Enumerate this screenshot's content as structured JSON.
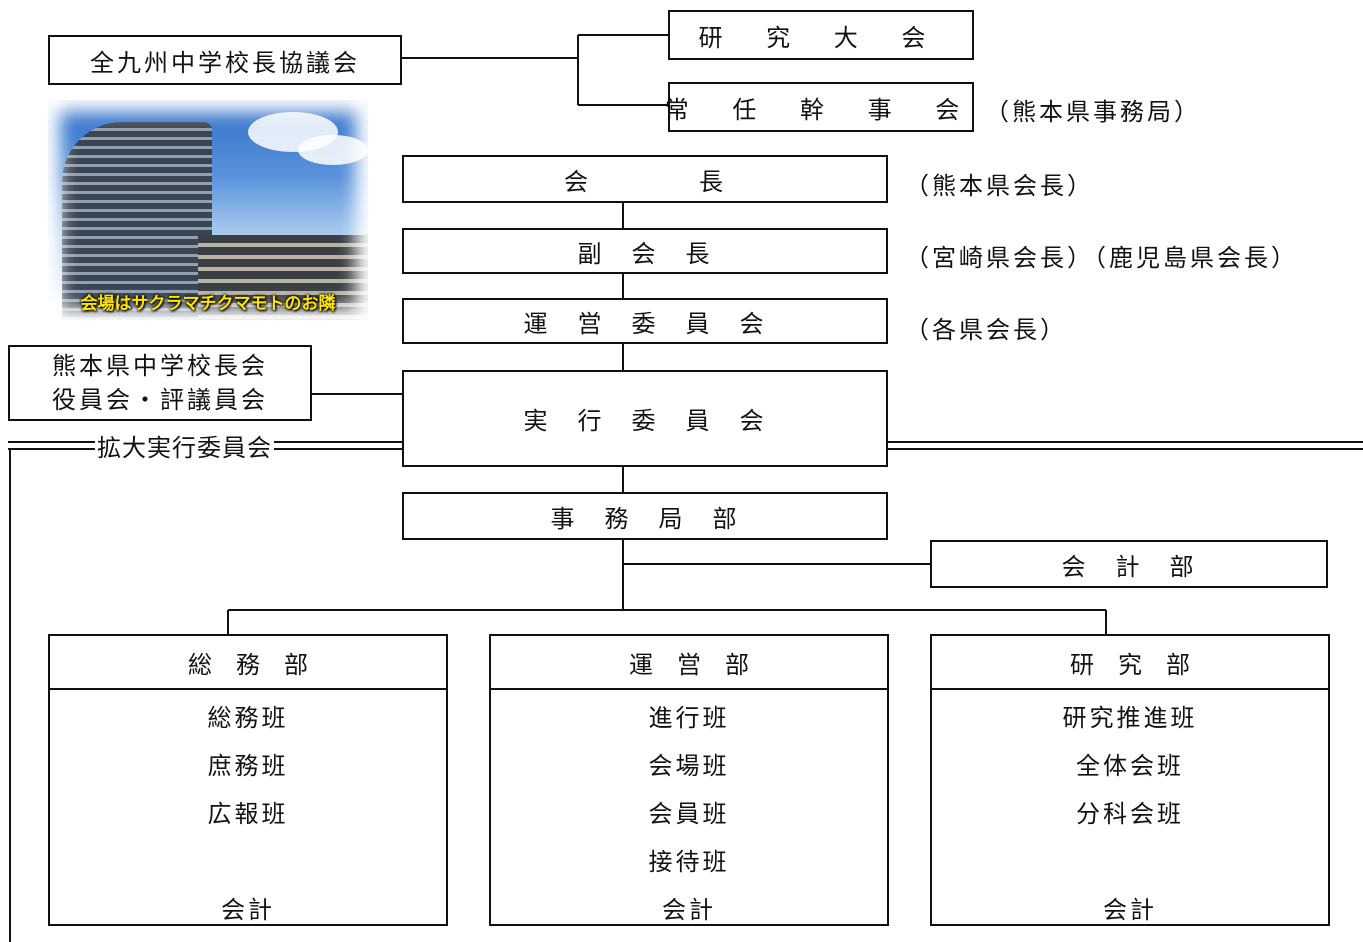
{
  "zenkyushu": "全九州中学校長協議会",
  "kenkyu_taikai": "研 究 大 会",
  "jonin_kanjikai": "常 任 幹 事 会",
  "jimukyoku_note": "（熊本県事務局）",
  "photo": {
    "caption": "会場はサクラマチクマモトのお隣"
  },
  "kaicho": {
    "label": "会　　　　長",
    "note": "（熊本県会長）"
  },
  "fukukaicho": {
    "label": "副　会　長",
    "note": "（宮崎県会長）（鹿児島県会長）"
  },
  "unei_iinkai": {
    "label": "運　営　委　員　会",
    "note": "（各県会長）"
  },
  "kumamoto": {
    "line1": "熊本県中学校長会",
    "line2": "役員会・評議員会"
  },
  "kakudai": "拡大実行委員会",
  "jikko_iinkai": "実　行　委　員　会",
  "jimukyokubu": "事　務　局　部",
  "kaikeibu": "会　計　部",
  "departments": [
    {
      "title": "総　務　部",
      "items": [
        "総務班",
        "庶務班",
        "広報班",
        "",
        "会計"
      ]
    },
    {
      "title": "運　営　部",
      "items": [
        "進行班",
        "会場班",
        "会員班",
        "接待班",
        "会計"
      ]
    },
    {
      "title": "研　究　部",
      "items": [
        "研究推進班",
        "全体会班",
        "分科会班",
        "",
        "会計"
      ]
    }
  ]
}
